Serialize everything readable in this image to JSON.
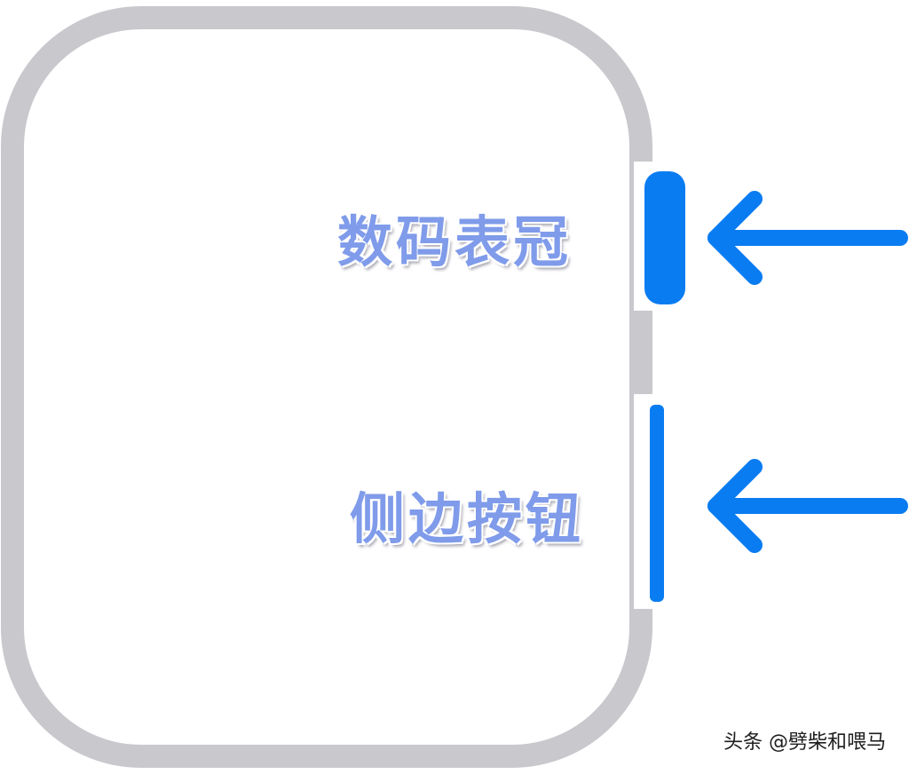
{
  "labels": {
    "digital_crown": "数码表冠",
    "side_button": "侧边按钮"
  },
  "watermark": "头条 @劈柴和喂马",
  "colors": {
    "watch_outline": "#c8c8cd",
    "accent_blue": "#0a7cf2",
    "label_text": "#7f9bea",
    "background": "#ffffff"
  },
  "icons": {
    "crown_arrow": "arrow-left-icon",
    "side_button_arrow": "arrow-left-icon"
  }
}
